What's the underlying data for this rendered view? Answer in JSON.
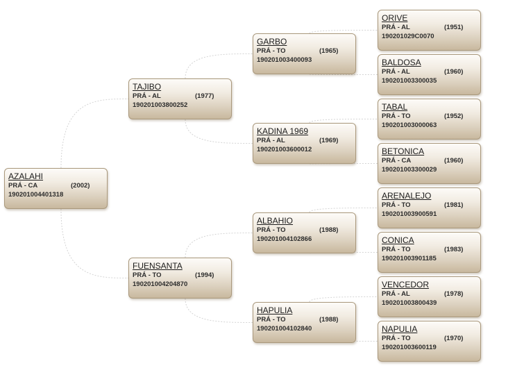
{
  "nodes": [
    {
      "id": "azalahi",
      "name": "AZALAHI",
      "breed": "PRÁ - CA",
      "year": "(2002)",
      "code": "190201004401318"
    },
    {
      "id": "tajibo",
      "name": "TAJIBO",
      "breed": "PRÁ - AL",
      "year": "(1977)",
      "code": "190201003800252"
    },
    {
      "id": "fuensanta",
      "name": "FUENSANTA",
      "breed": "PRÁ - TO",
      "year": "(1994)",
      "code": "190201004204870"
    },
    {
      "id": "garbo",
      "name": "GARBO",
      "breed": "PRÁ - TO",
      "year": "(1965)",
      "code": "190201003400093"
    },
    {
      "id": "kadina-1969",
      "name": "KADINA 1969",
      "breed": "PRÁ - AL",
      "year": "(1969)",
      "code": "190201003600012"
    },
    {
      "id": "albahio",
      "name": "ALBAHIO",
      "breed": "PRÁ - TO",
      "year": "(1988)",
      "code": "190201004102866"
    },
    {
      "id": "hapulia",
      "name": "HAPULIA",
      "breed": "PRÁ - TO",
      "year": "(1988)",
      "code": "190201004102840"
    },
    {
      "id": "orive",
      "name": "ORIVE",
      "breed": "PRÁ - AL",
      "year": "(1951)",
      "code": "190201029C0070"
    },
    {
      "id": "baldosa",
      "name": "BALDOSA",
      "breed": "PRÁ - AL",
      "year": "(1960)",
      "code": "190201003300035"
    },
    {
      "id": "tabal",
      "name": "TABAL",
      "breed": "PRÁ - TO",
      "year": "(1952)",
      "code": "190201003000063"
    },
    {
      "id": "betonica",
      "name": "BETONICA",
      "breed": "PRÁ - CA",
      "year": "(1960)",
      "code": "190201003300029"
    },
    {
      "id": "arenalejo",
      "name": "ARENALEJO",
      "breed": "PRÁ - TO",
      "year": "(1981)",
      "code": "190201003900591"
    },
    {
      "id": "conica",
      "name": "CONICA",
      "breed": "PRÁ - TO",
      "year": "(1983)",
      "code": "190201003901185"
    },
    {
      "id": "vencedor",
      "name": "VENCEDOR",
      "breed": "PRÁ - AL",
      "year": "(1978)",
      "code": "190201003800439"
    },
    {
      "id": "napulia",
      "name": "NAPULIA",
      "breed": "PRÁ - TO",
      "year": "(1970)",
      "code": "190201003600119"
    }
  ],
  "links": [
    [
      "azalahi",
      "tajibo"
    ],
    [
      "azalahi",
      "fuensanta"
    ],
    [
      "tajibo",
      "garbo"
    ],
    [
      "tajibo",
      "kadina-1969"
    ],
    [
      "fuensanta",
      "albahio"
    ],
    [
      "fuensanta",
      "hapulia"
    ],
    [
      "garbo",
      "orive"
    ],
    [
      "garbo",
      "baldosa"
    ],
    [
      "kadina-1969",
      "tabal"
    ],
    [
      "kadina-1969",
      "betonica"
    ],
    [
      "albahio",
      "arenalejo"
    ],
    [
      "albahio",
      "conica"
    ],
    [
      "hapulia",
      "vencedor"
    ],
    [
      "hapulia",
      "napulia"
    ]
  ]
}
